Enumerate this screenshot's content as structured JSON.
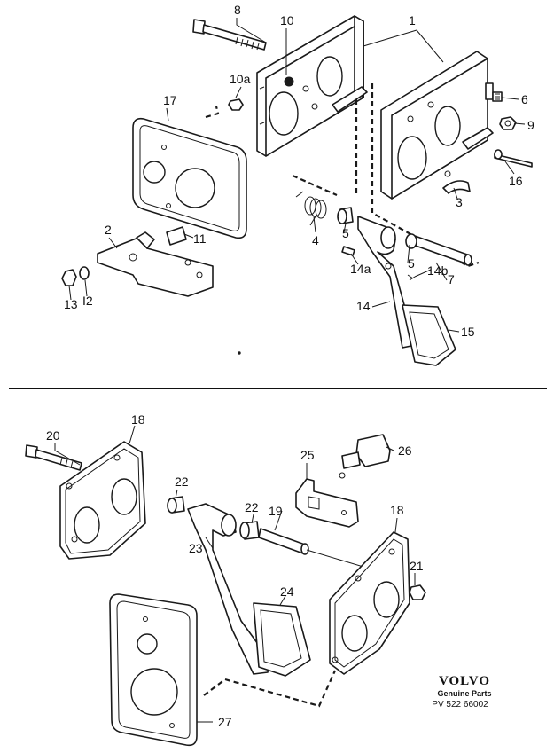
{
  "labels": {
    "l1": "1",
    "l2": "2",
    "l3": "3",
    "l4": "4",
    "l5a": "5",
    "l5b": "5",
    "l6": "6",
    "l7": "7",
    "l8": "8",
    "l9": "9",
    "l10": "10",
    "l10a": "10a",
    "l11": "11",
    "l12": "I2",
    "l13": "13",
    "l14": "14",
    "l14a": "14a",
    "l14b": "14b",
    "l15": "15",
    "l16": "16",
    "l17": "17",
    "l18a": "18",
    "l18b": "18",
    "l19": "19",
    "l20": "20",
    "l21": "21",
    "l22a": "22",
    "l22b": "22",
    "l23": "23",
    "l24": "24",
    "l25": "25",
    "l26": "26",
    "l27": "27"
  },
  "brand": {
    "logo": "VOLVO",
    "tagline": "Genuine Parts",
    "reference": "PV 522  66002"
  }
}
